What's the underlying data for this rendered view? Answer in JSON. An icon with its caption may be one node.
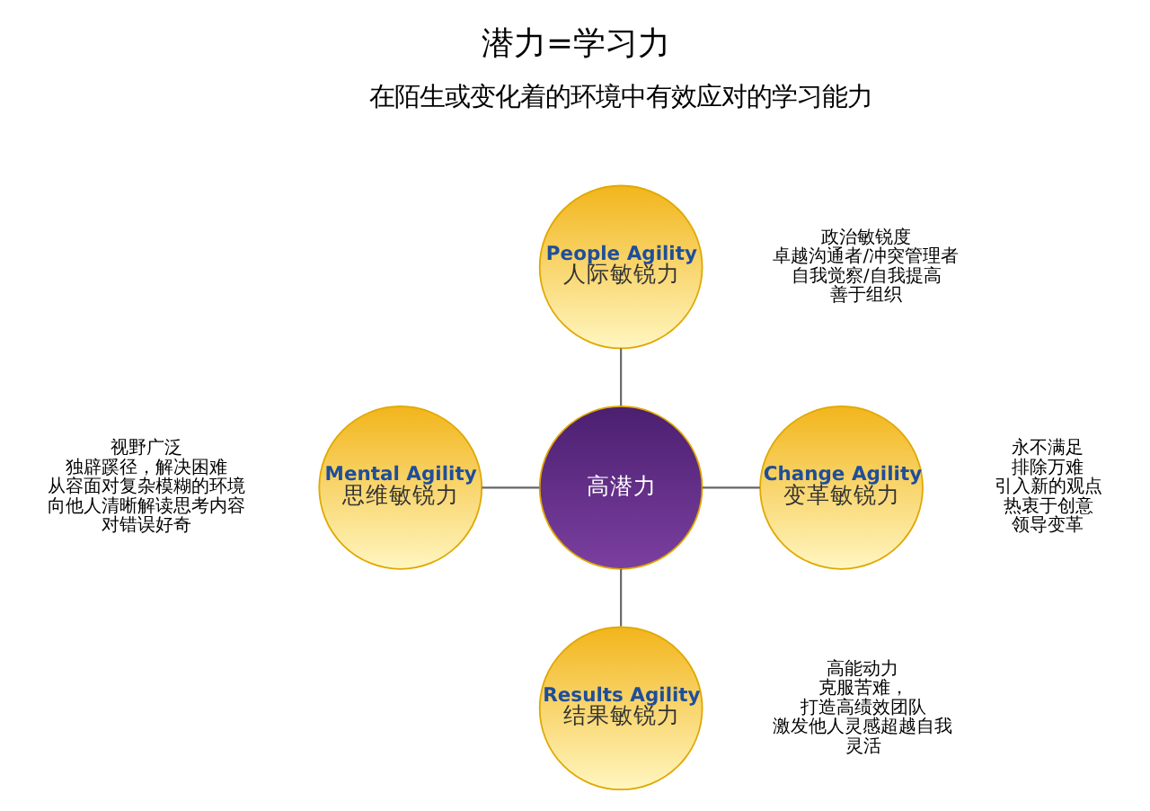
{
  "diagram": {
    "title": "潜力=学习力",
    "nodes": [
      {
        "text": [
          "People Agility",
          "人际敏锐力"
        ],
        "beside": [
          "政治敏锐度",
          "卓越沟通者/冲突管理者",
          "自我觉察/自我提高",
          "善于组织"
        ]
      },
      {
        "text": [
          "Mental Agility",
          "思维敏锐力"
        ],
        "beside": [
          "视野广泛",
          "独辟蹊径，解决困难",
          "从容面对复杂模糊的环境",
          "向他人清晰解读思考内容",
          "对错误好奇"
        ]
      },
      {
        "text": [
          "高潜力"
        ]
      },
      {
        "text": [
          "Change Agility",
          "变革敏锐力"
        ],
        "beside": [
          "永不满足",
          "排除万难",
          "引入新的观点",
          "热衷于创意",
          "领导变革"
        ]
      },
      {
        "text": [
          "Results Agility",
          "结果敏锐力"
        ],
        "beside": [
          "高能动力",
          "克服苦难，",
          "打造高绩效团队",
          "激发他人灵感超越自我",
          "灵活"
        ]
      }
    ],
    "edges": [
      {
        "from": 0,
        "to": 2,
        "arrow": "none"
      },
      {
        "from": 2,
        "to": 1,
        "arrow": "none"
      },
      {
        "from": 2,
        "to": 3,
        "arrow": "none"
      },
      {
        "from": 2,
        "to": 4,
        "arrow": "none"
      }
    ],
    "labels": [
      "在陌生或变化着的环境中有效应对的学习能力"
    ]
  }
}
